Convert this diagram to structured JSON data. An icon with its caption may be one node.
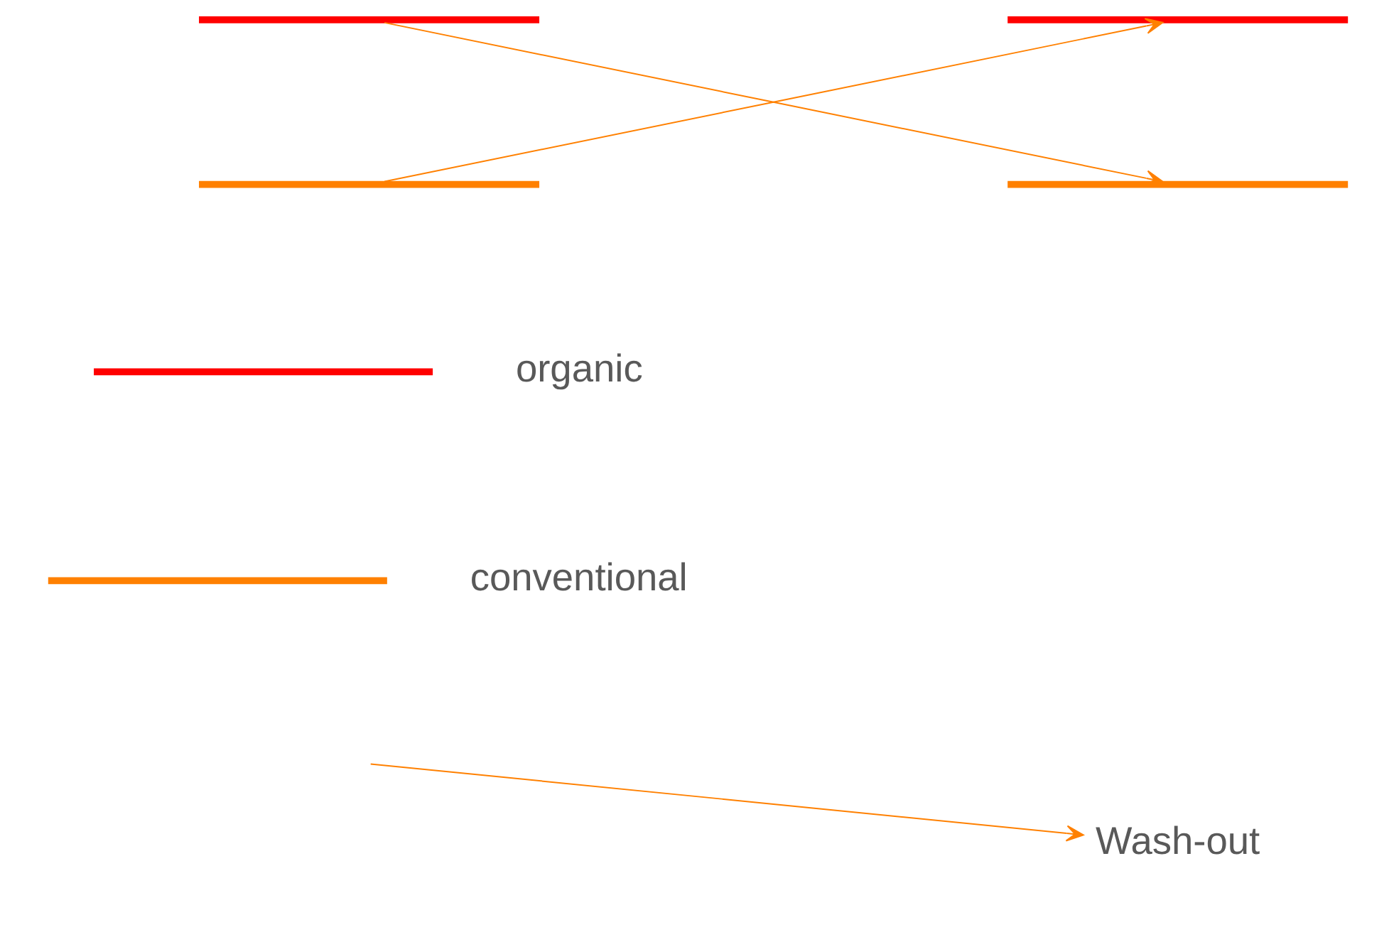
{
  "diagram": {
    "nodes": [
      {
        "text": [],
        "shape": "bar"
      },
      {
        "text": [],
        "shape": "bar"
      },
      {
        "text": [],
        "shape": "bar"
      },
      {
        "text": [],
        "shape": "bar"
      }
    ],
    "edges": [
      {
        "from": 0,
        "to": 3,
        "arrow": "to"
      },
      {
        "from": 1,
        "to": 2,
        "arrow": "to"
      }
    ],
    "legend": [
      {
        "text": "organic",
        "color": "#ff0000"
      },
      {
        "text": "conventional",
        "color": "#ff8000"
      },
      {
        "text": "Wash-out"
      }
    ]
  }
}
